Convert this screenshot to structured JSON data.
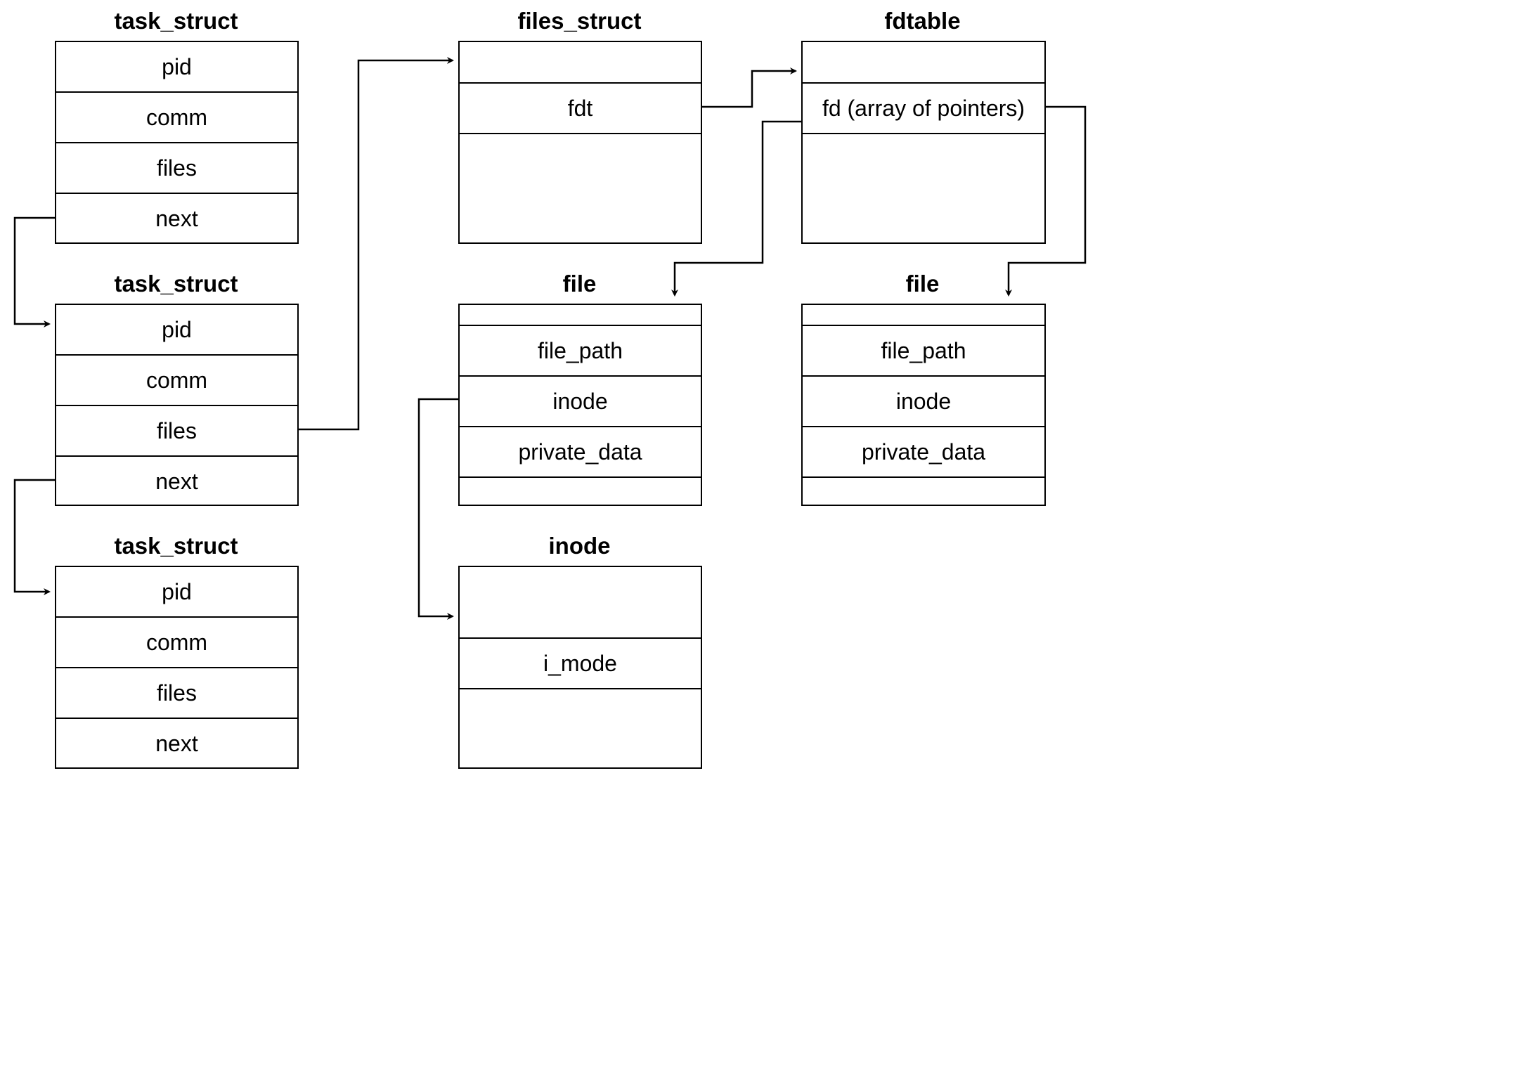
{
  "task_structs": [
    {
      "title": "task_struct",
      "fields": [
        "pid",
        "comm",
        "files",
        "next"
      ]
    },
    {
      "title": "task_struct",
      "fields": [
        "pid",
        "comm",
        "files",
        "next"
      ]
    },
    {
      "title": "task_struct",
      "fields": [
        "pid",
        "comm",
        "files",
        "next"
      ]
    }
  ],
  "files_struct": {
    "title": "files_struct",
    "fields": [
      "",
      "fdt",
      ""
    ]
  },
  "fdtable": {
    "title": "fdtable",
    "fields": [
      "",
      "fd (array of pointers)",
      ""
    ]
  },
  "file_left": {
    "title": "file",
    "fields": [
      "",
      "file_path",
      "inode",
      "private_data",
      ""
    ]
  },
  "file_right": {
    "title": "file",
    "fields": [
      "",
      "file_path",
      "inode",
      "private_data",
      ""
    ]
  },
  "inode": {
    "title": "inode",
    "fields": [
      "",
      "i_mode",
      ""
    ]
  }
}
